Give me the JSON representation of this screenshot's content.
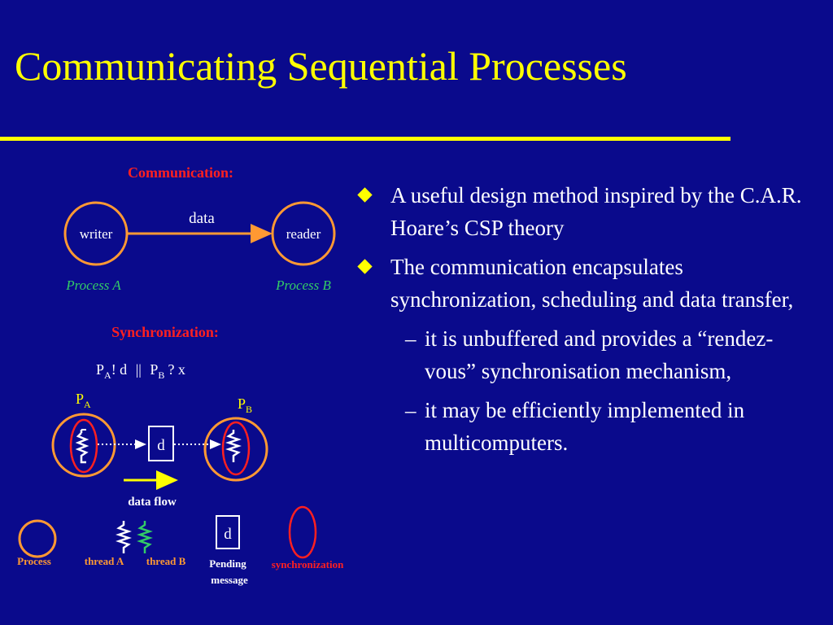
{
  "slide": {
    "title": "Communicating Sequential Processes"
  },
  "communication": {
    "heading": "Communication:",
    "writer": "writer",
    "reader": "reader",
    "data_label": "data",
    "process_a": "Process A",
    "process_b": "Process B"
  },
  "synchronization": {
    "heading": "Synchronization:",
    "expr": {
      "p": "P",
      "sub_a": "A",
      "send": "! d",
      "par": "||",
      "sub_b": "B",
      "recv": "? x"
    },
    "pa_label": {
      "p": "P",
      "sub": "A"
    },
    "pb_label": {
      "p": "P",
      "sub": "B"
    },
    "msg": "d",
    "data_flow": "data flow"
  },
  "legend": {
    "process": "Process",
    "thread_a": "thread A",
    "thread_b": "thread B",
    "pending_msg": "d",
    "pending_line1": "Pending",
    "pending_line2": "message",
    "synchronization": "synchronization"
  },
  "bullets": [
    {
      "text": "A useful design method inspired by the C.A.R. Hoare’s CSP theory",
      "sub": []
    },
    {
      "text": "The communication encapsulates synchronization, scheduling and data transfer,",
      "sub": [
        {
          "dash": "–",
          "text": "it is unbuffered and provides a “rendez-vous” synchronisation mechanism,"
        },
        {
          "dash": "–",
          "text": "it may be efficiently implemented in multicomputers."
        }
      ]
    }
  ],
  "colors": {
    "background": "#0a0a8c",
    "title": "#ffff00",
    "heading_red": "#ff2020",
    "process_orange": "#ff9933",
    "italic_green": "#33cc66",
    "thread_b_green": "#33cc66",
    "sync_red": "#ff2020"
  }
}
